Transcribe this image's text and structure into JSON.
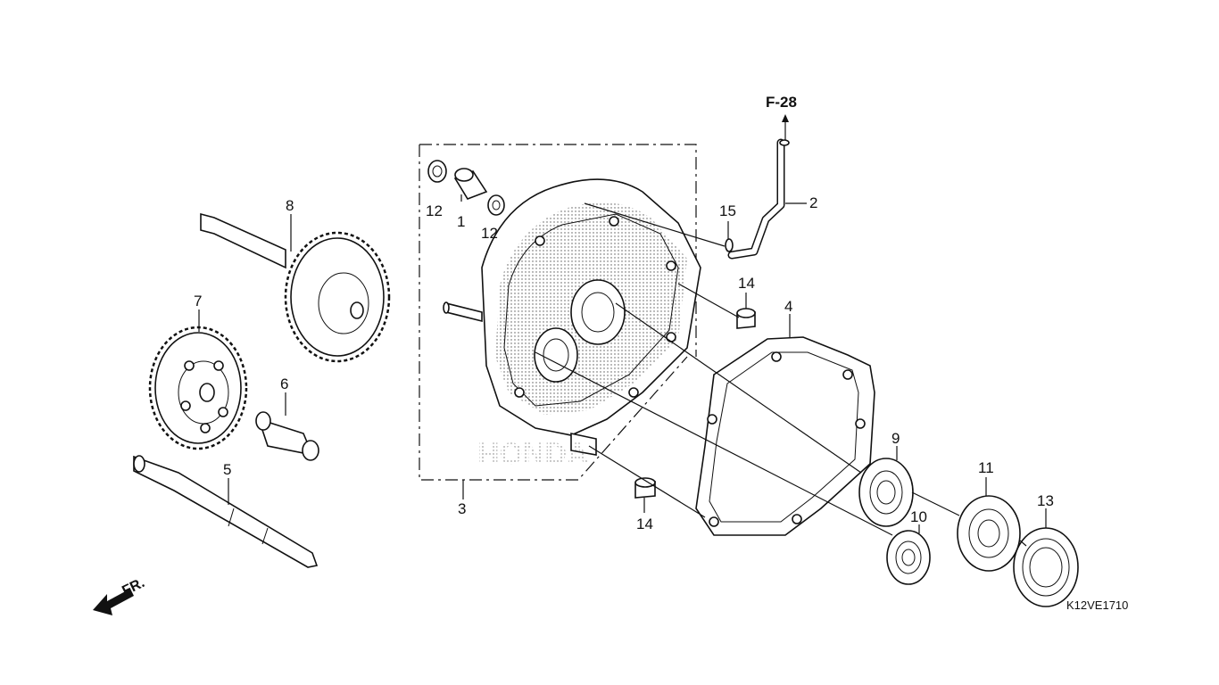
{
  "reference": "F-28",
  "direction_label": "FR.",
  "diagram_code": "K12VE1710",
  "callouts": {
    "p1": "1",
    "p2": "2",
    "p3": "3",
    "p4": "4",
    "p5": "5",
    "p6": "6",
    "p7": "7",
    "p8": "8",
    "p9": "9",
    "p10": "10",
    "p11": "11",
    "p12a": "12",
    "p12b": "12",
    "p13": "13",
    "p14a": "14",
    "p14b": "14",
    "p15": "15"
  }
}
